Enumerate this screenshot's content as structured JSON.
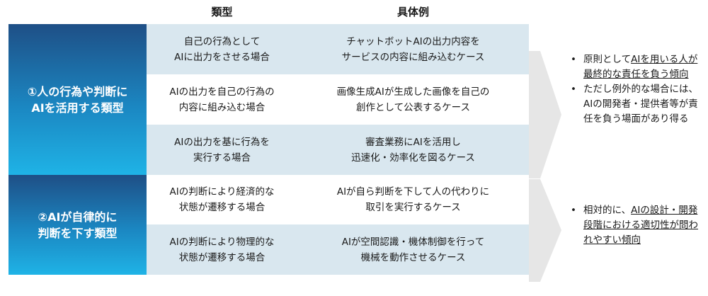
{
  "headers": {
    "type": "類型",
    "example": "具体例"
  },
  "groups": [
    {
      "category": "①人の行為や判断に\nAIを活用する類型",
      "rows": [
        {
          "type": "自己の行為として\nAIに出力をさせる場合",
          "example": "チャットボットAIの出力内容を\nサービスの内容に組み込むケース"
        },
        {
          "type": "AIの出力を自己の行為の\n内容に組み込む場合",
          "example": "画像生成AIが生成した画像を自己の\n創作として公表するケース"
        },
        {
          "type": "AIの出力を基に行為を\n実行する場合",
          "example": "審査業務にAIを活用し\n迅速化・効率化を図るケース"
        }
      ],
      "notes": [
        {
          "pre": "原則として",
          "underlined": "AIを用いる人が最終的な責任を負う傾向",
          "post": ""
        },
        {
          "pre": "ただし例外的な場合には、AIの開発者・提供者等が責任を負う場面があり得る",
          "underlined": "",
          "post": ""
        }
      ]
    },
    {
      "category": "②AIが自律的に\n判断を下す類型",
      "rows": [
        {
          "type": "AIの判断により経済的な\n状態が遷移する場合",
          "example": "AIが自ら判断を下して人の代わりに\n取引を実行するケース"
        },
        {
          "type": "AIの判断により物理的な\n状態が遷移する場合",
          "example": "AIが空間認識・機体制御を行って\n機械を動作させるケース"
        }
      ],
      "notes": [
        {
          "pre": "相対的に、",
          "underlined": "AIの設計・開発段階における適切性が問われやすい傾向",
          "post": ""
        }
      ]
    }
  ],
  "colors": {
    "category_top": "#1e4f86",
    "category_bottom": "#1fb3e6",
    "row_shade": "#d9e7ef",
    "arrow": "#e6e6e6"
  }
}
